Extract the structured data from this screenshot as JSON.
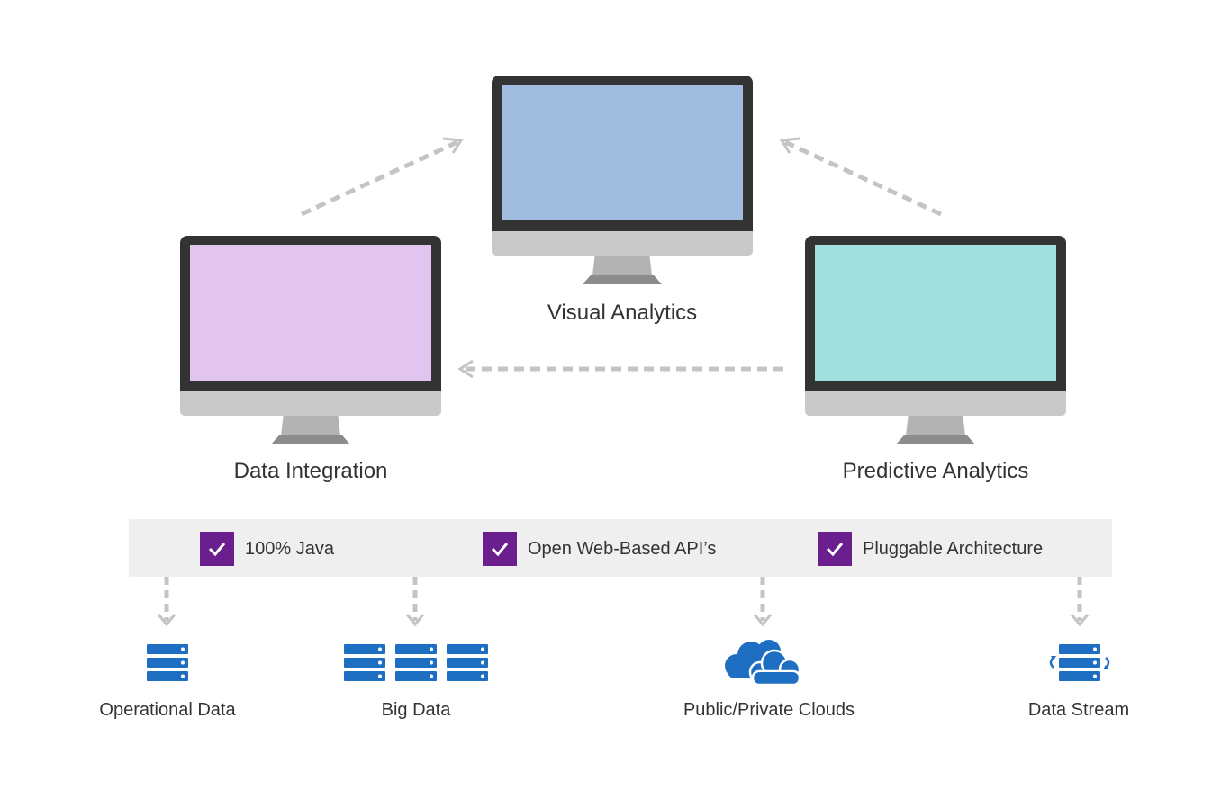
{
  "monitors": {
    "visual": {
      "label": "Visual Analytics",
      "screen_color": "#a0bddf"
    },
    "integration": {
      "label": "Data Integration",
      "screen_color": "#e2c5ef"
    },
    "predictive": {
      "label": "Predictive Analytics",
      "screen_color": "#a1dfdf"
    }
  },
  "features": [
    {
      "label": "100% Java"
    },
    {
      "label": "Open Web-Based API’s"
    },
    {
      "label": "Pluggable Architecture"
    }
  ],
  "sources": [
    {
      "label": "Operational Data",
      "icon": "server-stack-icon"
    },
    {
      "label": "Big Data",
      "icon": "server-stacks-icon"
    },
    {
      "label": "Public/Private Clouds",
      "icon": "cloud-icon"
    },
    {
      "label": "Data Stream",
      "icon": "server-sync-icon"
    }
  ],
  "colors": {
    "accent_purple": "#6b1f8f",
    "icon_blue": "#1e6fc2",
    "arrow_gray": "#c4c4c4",
    "band_gray": "#efefef"
  }
}
